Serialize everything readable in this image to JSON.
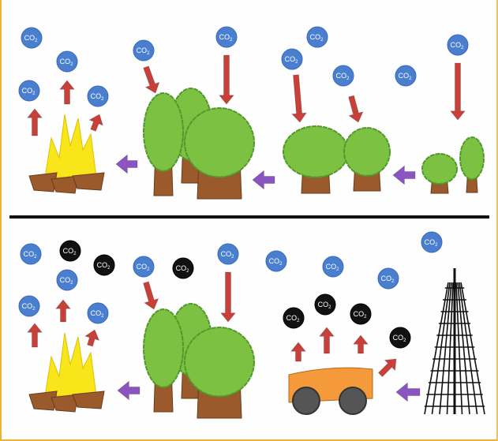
{
  "molecule_label": "CO",
  "molecule_subscript": "2",
  "colors": {
    "co2_natural": "#4a7fd0",
    "co2_fossil": "#111111",
    "arrow_flux": "#c8403a",
    "arrow_sequence": "#8a55c0",
    "tree_canopy": "#7cc142",
    "tree_trunk": "#9a5a2c",
    "flame": "#f8e61a",
    "vehicle": "#f49a3a",
    "wheel": "#555555",
    "frame": "#f0b030"
  },
  "panels": [
    {
      "name": "natural-cycle"
    },
    {
      "name": "fossil-fuel-cycle"
    }
  ]
}
